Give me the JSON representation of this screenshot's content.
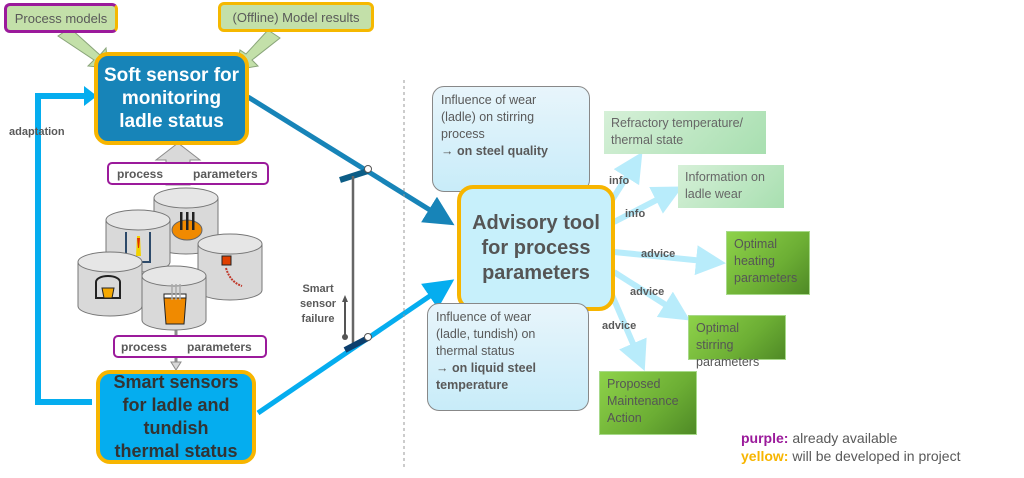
{
  "sources": {
    "process_models": "Process models",
    "offline_results": "(Offline) Model results"
  },
  "soft_sensor": {
    "lines": [
      "Soft sensor for",
      "monitoring",
      "ladle status"
    ]
  },
  "smart_sensors": {
    "lines": [
      "Smart sensors",
      "for ladle and",
      "tundish",
      "thermal status"
    ]
  },
  "process_parameters_top": {
    "left": "process",
    "right": "parameters"
  },
  "process_parameters_bottom": {
    "left": "process",
    "right": "parameters"
  },
  "adaptation_label": "adaptation",
  "failure_label": {
    "lines": [
      "Smart",
      "sensor",
      "failure"
    ]
  },
  "advisory_tool": {
    "lines": [
      "Advisory tool",
      "for process",
      "parameters"
    ]
  },
  "influence_top": {
    "lines": [
      "Influence of wear",
      "(ladle) on stirring",
      "process"
    ],
    "bold": "→ on steel quality"
  },
  "influence_bottom": {
    "lines": [
      "Influence of wear",
      "(ladle, tundish) on",
      "thermal status"
    ],
    "bold_lines": [
      "→ on liquid steel",
      "temperature"
    ]
  },
  "outputs": [
    {
      "label": "info",
      "text": "Refractory temperature/ thermal state"
    },
    {
      "label": "info",
      "text": "Information on ladle wear"
    },
    {
      "label": "advice",
      "text": "Optimal heating parameters"
    },
    {
      "label": "advice",
      "text": "Optimal stirring parameters"
    },
    {
      "label": "advice",
      "text": "Proposed Maintenance Action"
    }
  ],
  "legend": [
    {
      "key": "purple:",
      "value": "already available",
      "color": "#9b1a9b"
    },
    {
      "key": "yellow:",
      "value": "will be developed in project",
      "color": "#f7b500"
    }
  ],
  "colors": {
    "dark_blue": "#1784b8",
    "light_blue": "#05adef",
    "yellow_border": "#f7b500",
    "purple_border": "#9b1a9b",
    "arrow_pale_blue": "#b8ecfb"
  }
}
